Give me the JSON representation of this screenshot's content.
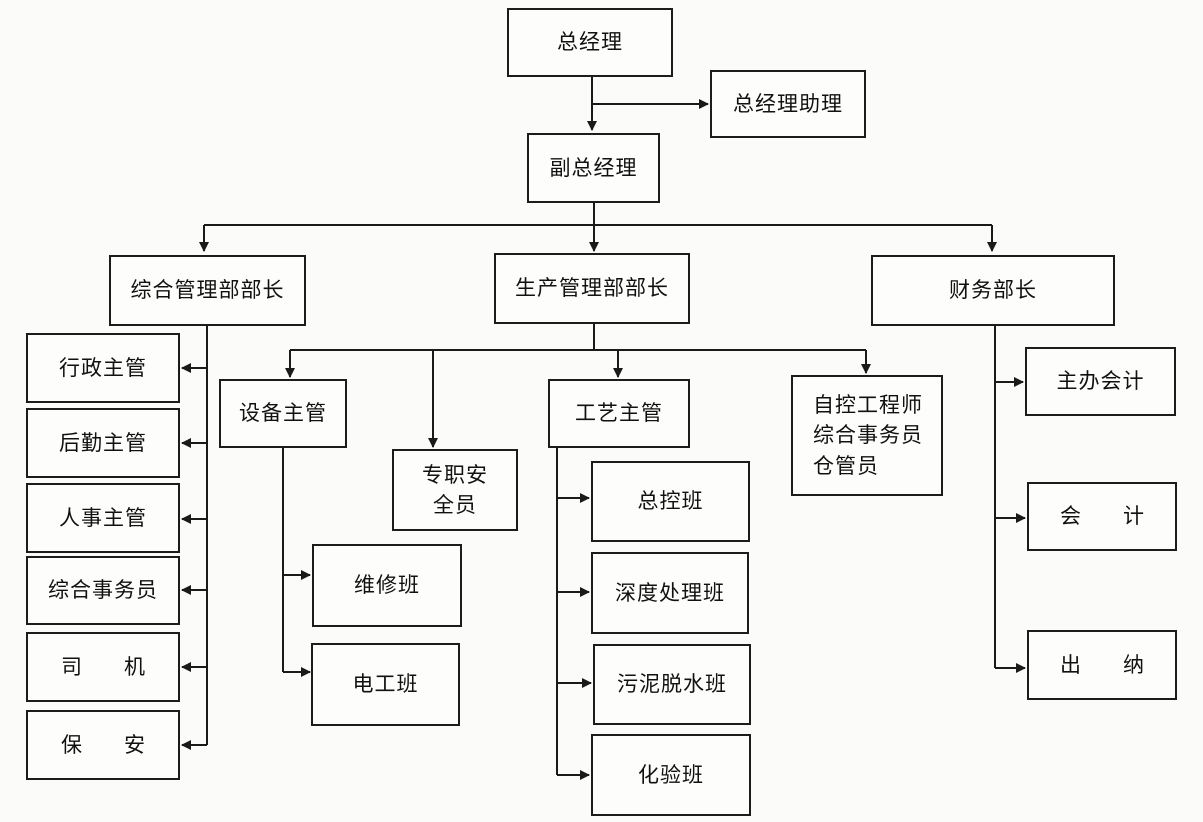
{
  "nodes": {
    "general_manager": "总经理",
    "gm_assistant": "总经理助理",
    "deputy_gm": "副总经理",
    "admin_head": "综合管理部部长",
    "production_head": "生产管理部部长",
    "finance_head": "财务部长",
    "admin_supervisor": "行政主管",
    "logistics_supervisor": "后勤主管",
    "hr_supervisor": "人事主管",
    "admin_clerk": "综合事务员",
    "driver": "司　　机",
    "security": "保　　安",
    "equipment_supervisor": "设备主管",
    "safety_officer": "专职安\n全员",
    "process_supervisor": "工艺主管",
    "automation_staff": "自控工程师\n综合事务员\n仓管员",
    "maintenance_team": "维修班",
    "electrical_team": "电工班",
    "control_team": "总控班",
    "advanced_treatment_team": "深度处理班",
    "sludge_dewatering_team": "污泥脱水班",
    "lab_team": "化验班",
    "chief_accountant": "主办会计",
    "accountant": "会　　计",
    "cashier": "出　　纳"
  }
}
